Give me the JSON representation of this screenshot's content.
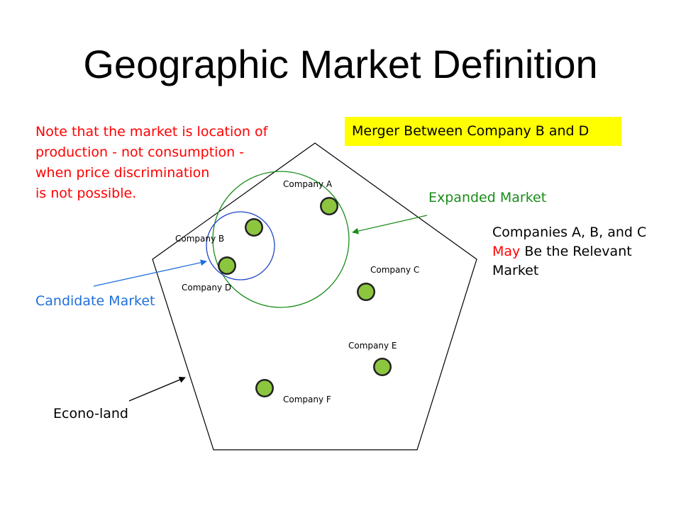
{
  "title": "Geographic Market Definition",
  "note": {
    "lines": [
      "Note that the market is location of",
      "production - not consumption -",
      "when price discrimination",
      "is not possible."
    ],
    "color": "#ff0000"
  },
  "merger_label": "Merger Between Company B and D",
  "expanded_market_label": "Expanded Market",
  "relevant": {
    "line1": "Companies A, B, and C",
    "may": "May",
    "line2_rest": " Be the Relevant",
    "line3": "Market"
  },
  "candidate_market_label": "Candidate Market",
  "econo_land_label": "Econo-land",
  "companies": {
    "a": "Company A",
    "b": "Company B",
    "c": "Company C",
    "d": "Company D",
    "e": "Company E",
    "f": "Company F"
  },
  "colors": {
    "expanded": "#1a8c1a",
    "candidate": "#1e6fd9",
    "highlight": "#ffff00",
    "company_fill": "#8cc63f"
  }
}
